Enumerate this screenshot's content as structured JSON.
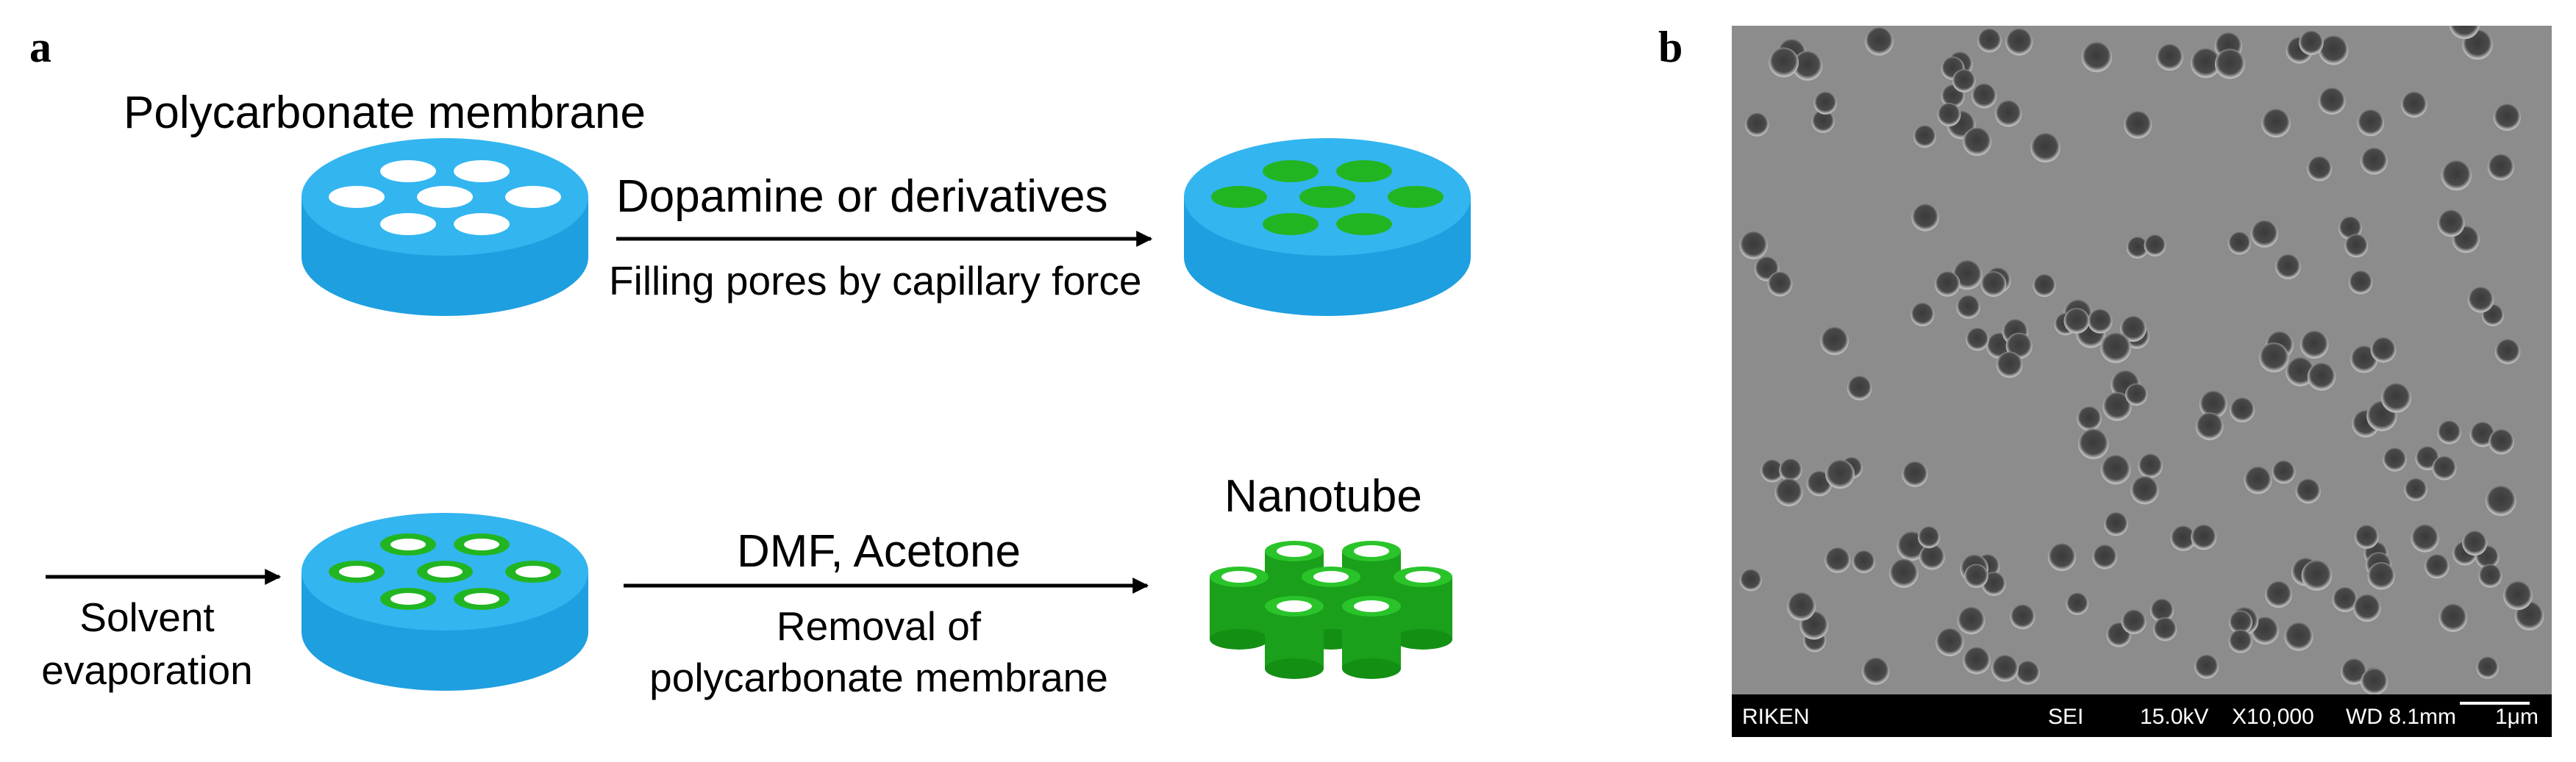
{
  "panels": {
    "a": "a",
    "b": "b"
  },
  "scheme": {
    "membrane_label": "Polycarbonate membrane",
    "step1": {
      "reagent": "Dopamine or derivatives",
      "process": "Filling pores by capillary force"
    },
    "step2": {
      "process_line1": "Solvent",
      "process_line2": "evaporation"
    },
    "step3": {
      "reagent": "DMF, Acetone",
      "process_line1": "Removal of",
      "process_line2": "polycarbonate membrane"
    },
    "product_label": "Nanotube"
  },
  "colors": {
    "membrane_top": "#33b5f0",
    "membrane_side": "#1e9fe0",
    "pore_white": "#ffffff",
    "pore_green": "#22b522",
    "tube_green": "#22b522",
    "tube_dark": "#138f13",
    "sem_background": "#8c8c8c"
  },
  "sem": {
    "org": "RIKEN",
    "mode": "SEI",
    "voltage": "15.0kV",
    "magnification": "X10,000",
    "working_distance": "WD 8.1mm",
    "scale": "1μm"
  }
}
